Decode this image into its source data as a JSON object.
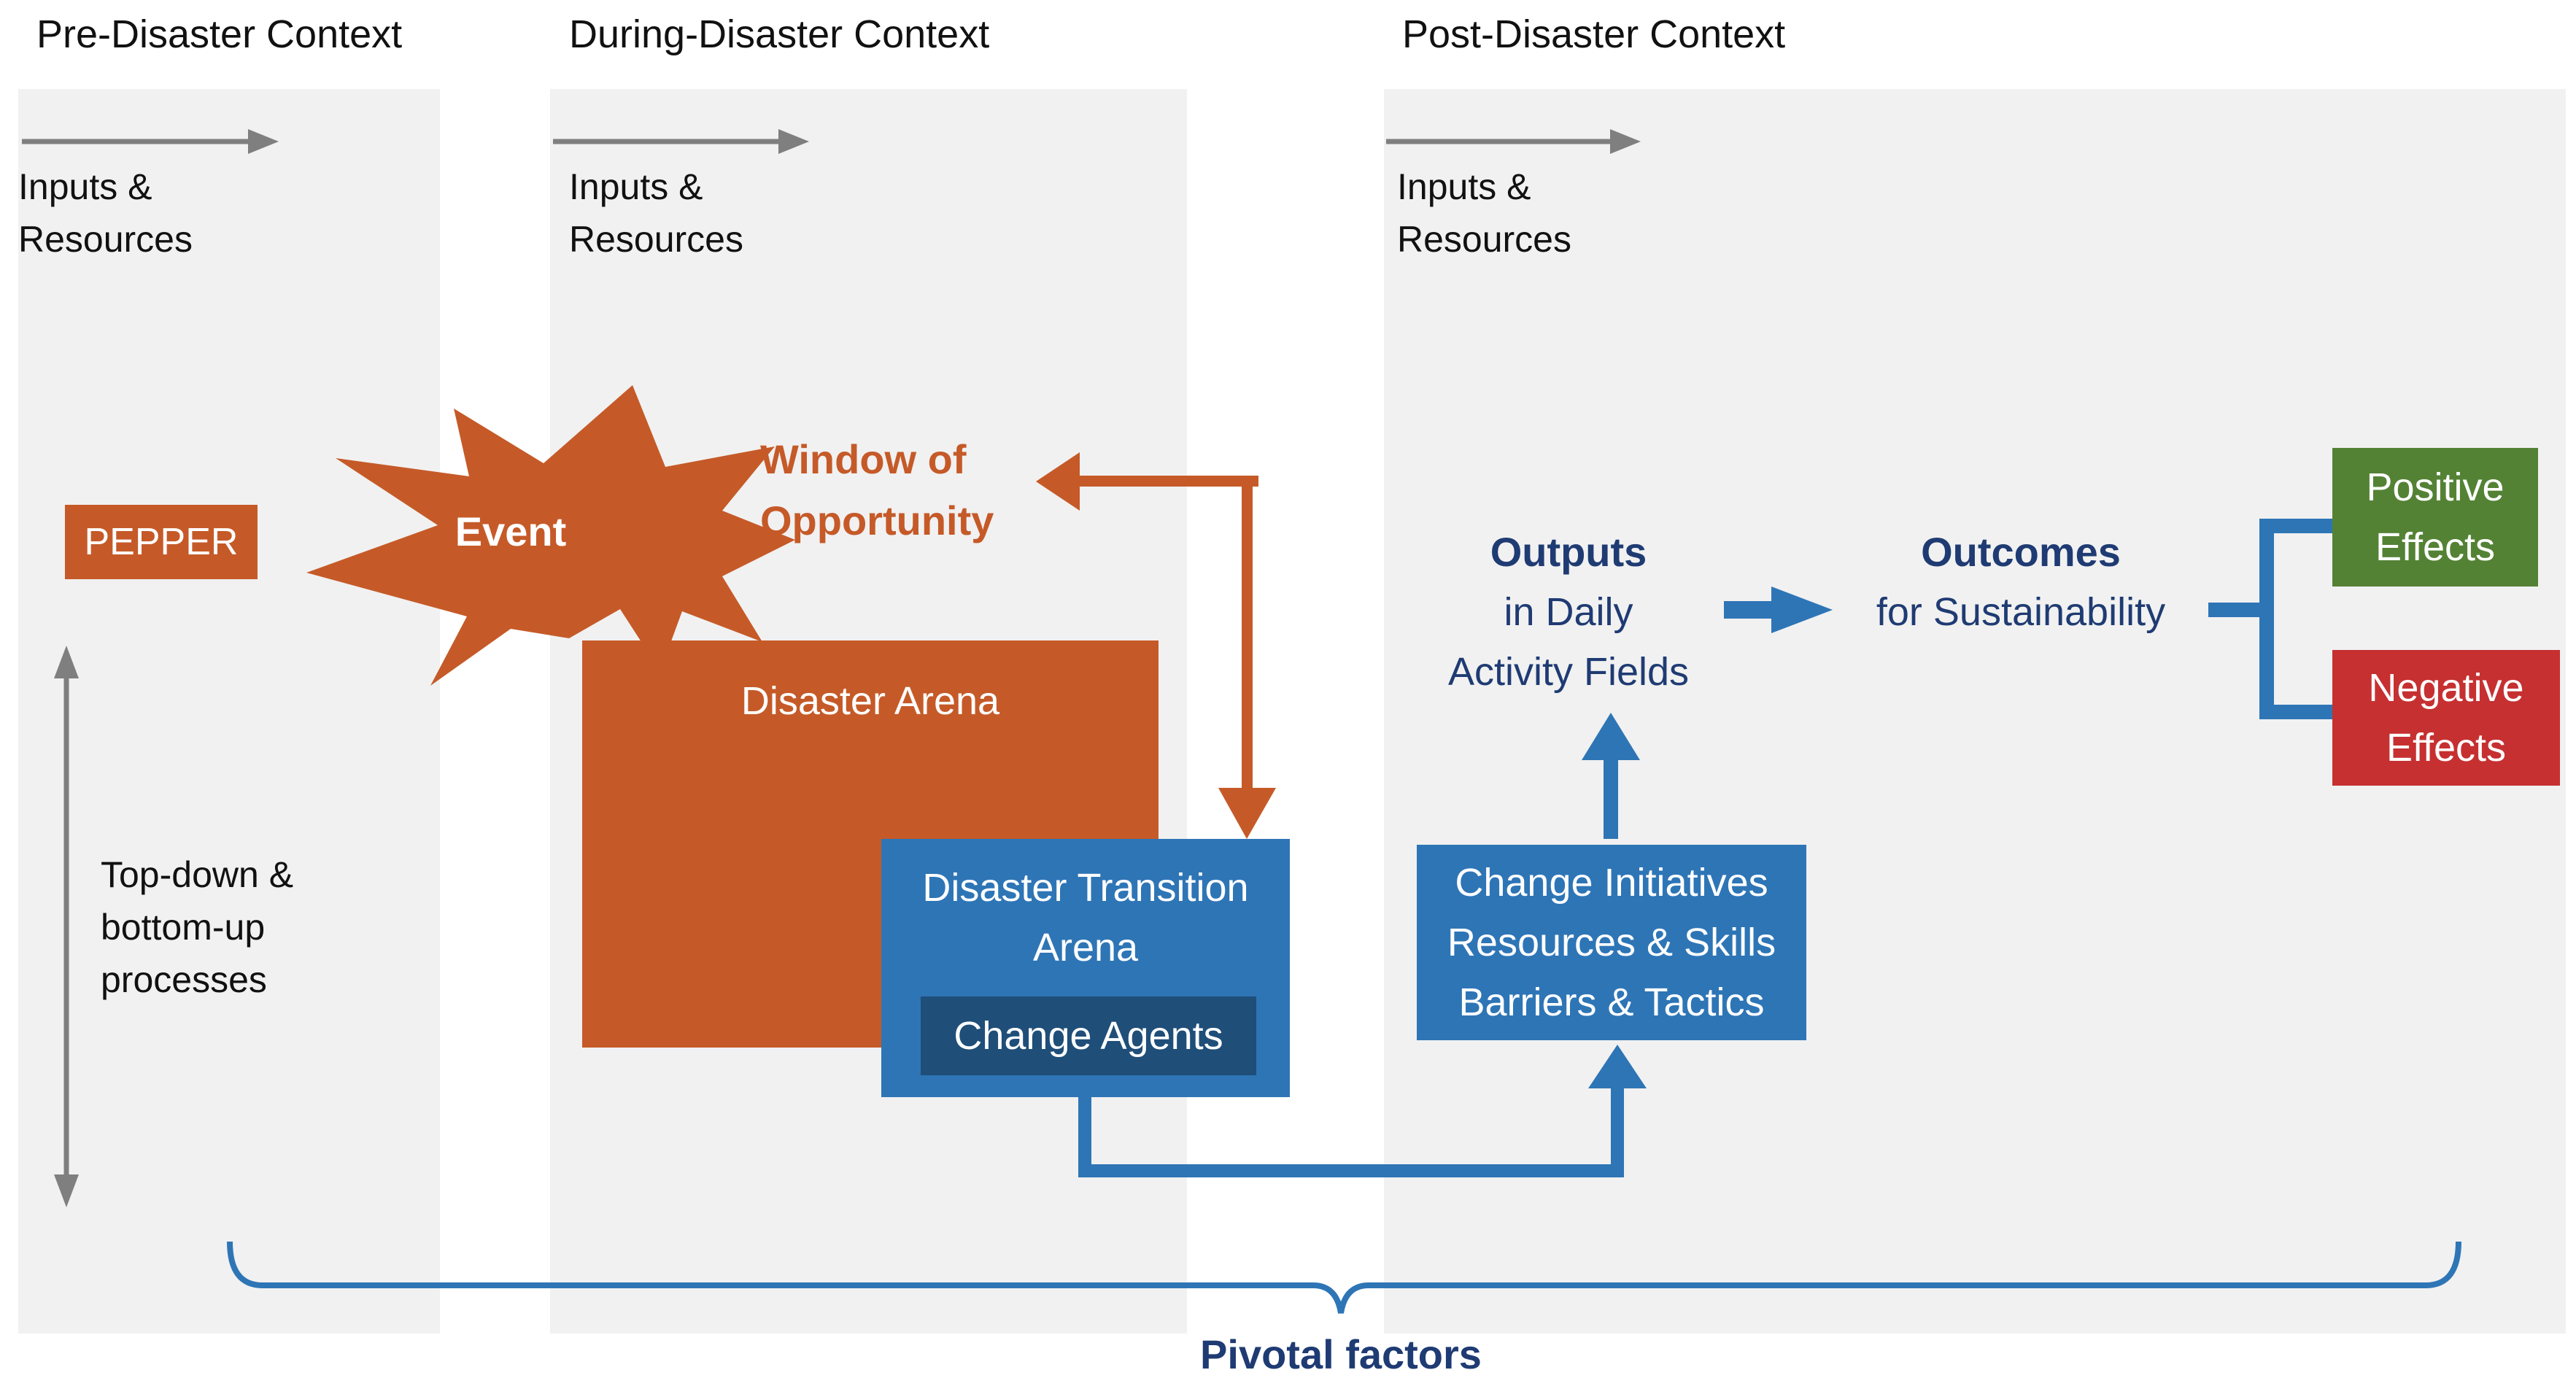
{
  "contexts": {
    "pre": "Pre-Disaster Context",
    "during": "During-Disaster Context",
    "post": "Post-Disaster Context"
  },
  "inputs_label": "Inputs &\nResources",
  "pepper": "PEPPER",
  "event": "Event",
  "window": "Window of\nOpportunity",
  "processes": "Top-down &\nbottom-up\nprocesses",
  "disaster_arena": "Disaster Arena",
  "transition_arena": "Disaster Transition\nArena",
  "change_agents": "Change Agents",
  "change_initiatives": "Change Initiatives\nResources & Skills\nBarriers & Tactics",
  "outputs": {
    "title": "Outputs",
    "body": "in Daily\nActivity Fields"
  },
  "outcomes": {
    "title": "Outcomes",
    "body": "for Sustainability"
  },
  "positive": "Positive\nEffects",
  "negative": "Negative\nEffects",
  "pivotal": "Pivotal factors",
  "colors": {
    "orange": "#c55a28",
    "blue": "#2e75b6",
    "dark_blue": "#1f4e79",
    "navy": "#1f3b73",
    "green": "#548235",
    "red": "#c63031",
    "panel": "#f1f1f1",
    "gray_arrow": "#7f7f7f"
  }
}
